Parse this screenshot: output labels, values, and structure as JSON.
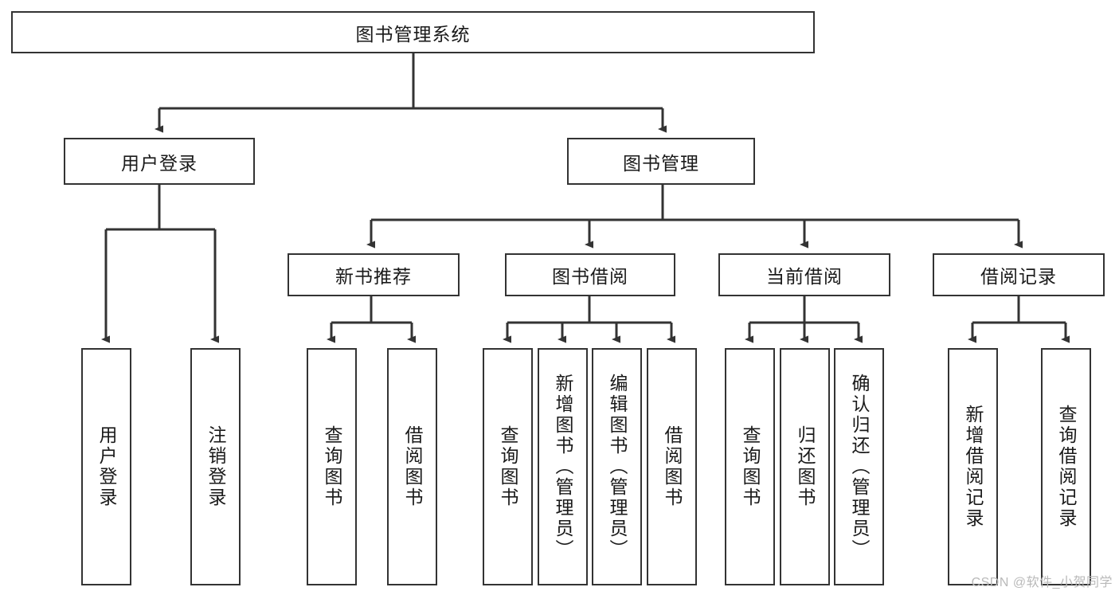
{
  "diagram": {
    "type": "tree-hierarchy-chart",
    "title": "图书管理系统",
    "watermark": "CSDN @软件_小贺同学",
    "colors": {
      "box_border": "#333333",
      "box_fill": "#ffffff",
      "connector": "#333333",
      "text": "#1a1a1a",
      "watermark": "#b9b9b9"
    },
    "nodes": {
      "root": {
        "label": "图书管理系统"
      },
      "level2": [
        {
          "id": "user-login",
          "label": "用户登录"
        },
        {
          "id": "book-manage",
          "label": "图书管理"
        }
      ],
      "level3": [
        {
          "id": "new-book-rec",
          "label": "新书推荐"
        },
        {
          "id": "book-borrow",
          "label": "图书借阅"
        },
        {
          "id": "current-borrow",
          "label": "当前借阅"
        },
        {
          "id": "borrow-record",
          "label": "借阅记录"
        }
      ],
      "leaves": {
        "user-login": [
          {
            "id": "leaf-user-login",
            "label": "用户登录"
          },
          {
            "id": "leaf-logout",
            "label": "注销登录"
          }
        ],
        "new-book-rec": [
          {
            "id": "leaf-query-book-1",
            "label": "查询图书"
          },
          {
            "id": "leaf-borrow-book-1",
            "label": "借阅图书"
          }
        ],
        "book-borrow": [
          {
            "id": "leaf-query-book-2",
            "label": "查询图书"
          },
          {
            "id": "leaf-add-book",
            "label": "新增图书（管理员）"
          },
          {
            "id": "leaf-edit-book",
            "label": "编辑图书（管理员）"
          },
          {
            "id": "leaf-borrow-book-2",
            "label": "借阅图书"
          }
        ],
        "current-borrow": [
          {
            "id": "leaf-query-book-3",
            "label": "查询图书"
          },
          {
            "id": "leaf-return-book",
            "label": "归还图书"
          },
          {
            "id": "leaf-confirm-return",
            "label": "确认归还（管理员）"
          }
        ],
        "borrow-record": [
          {
            "id": "leaf-add-record",
            "label": "新增借阅记录"
          },
          {
            "id": "leaf-query-record",
            "label": "查询借阅记录"
          }
        ]
      }
    }
  }
}
